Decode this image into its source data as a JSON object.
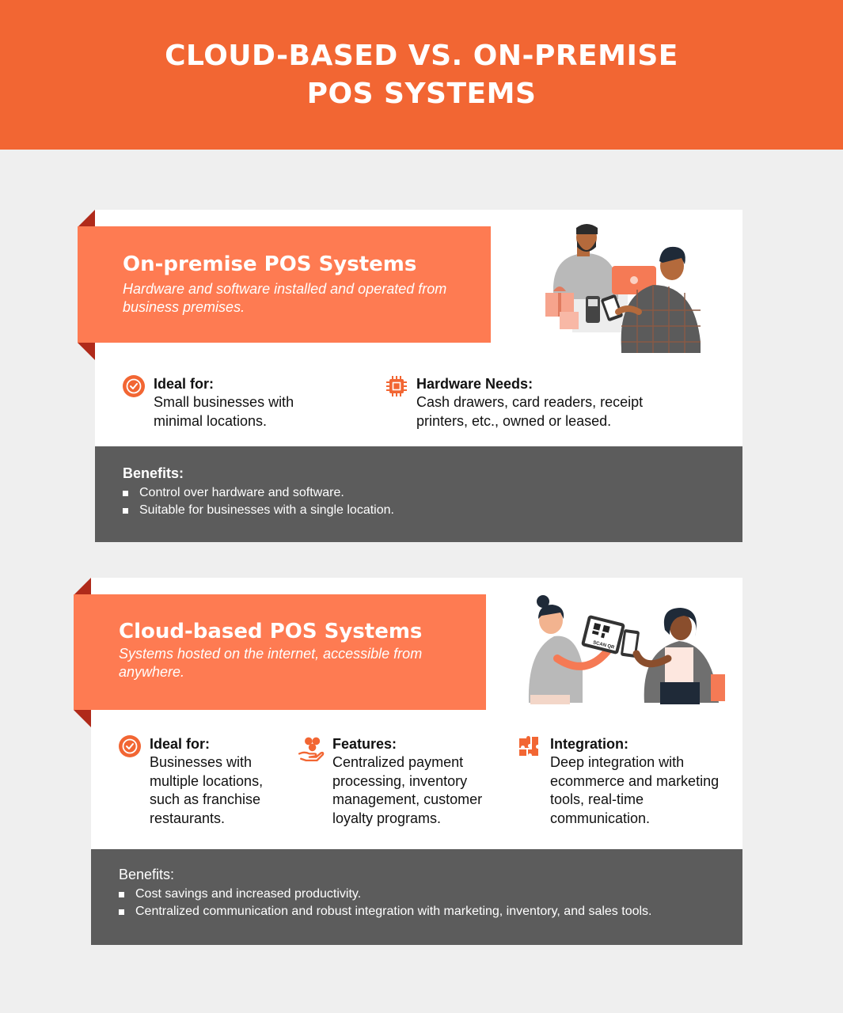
{
  "header": {
    "title_line1": "CLOUD-BASED VS. ON-PREMISE",
    "title_line2": "POS SYSTEMS"
  },
  "colors": {
    "header": "#f26633",
    "banner": "#fe7b52",
    "ribbon_fold": "#b02a1a",
    "benefits_bg": "#5c5c5c",
    "page_bg": "#efefef"
  },
  "onpremise": {
    "title": "On-premise POS Systems",
    "subtitle": "Hardware and software installed and operated from business premises.",
    "features": [
      {
        "icon": "check-badge-icon",
        "title": "Ideal for:",
        "text": "Small businesses with minimal locations."
      },
      {
        "icon": "chip-icon",
        "title": "Hardware Needs:",
        "text": "Cash drawers, card readers, receipt printers, etc., owned or leased."
      }
    ],
    "benefits": {
      "title": "Benefits:",
      "items": [
        "Control over hardware and software.",
        "Suitable for businesses with a single location."
      ]
    }
  },
  "cloud": {
    "title": "Cloud-based POS Systems",
    "subtitle": "Systems hosted on the internet, accessible from anywhere.",
    "illustration_text": "SCAN QR",
    "features": [
      {
        "icon": "check-badge-icon",
        "title": "Ideal for:",
        "text": "Businesses with multiple locations, such as franchise restaurants."
      },
      {
        "icon": "hand-coins-icon",
        "title": "Features:",
        "text": "Centralized payment processing, inventory management, customer loyalty programs."
      },
      {
        "icon": "puzzle-icon",
        "title": "Integration:",
        "text": "Deep integration with ecommerce and marketing tools, real-time communication."
      }
    ],
    "benefits": {
      "title": "Benefits:",
      "items": [
        "Cost savings and increased productivity.",
        "Centralized communication and robust integration with marketing, inventory, and sales tools."
      ]
    }
  }
}
